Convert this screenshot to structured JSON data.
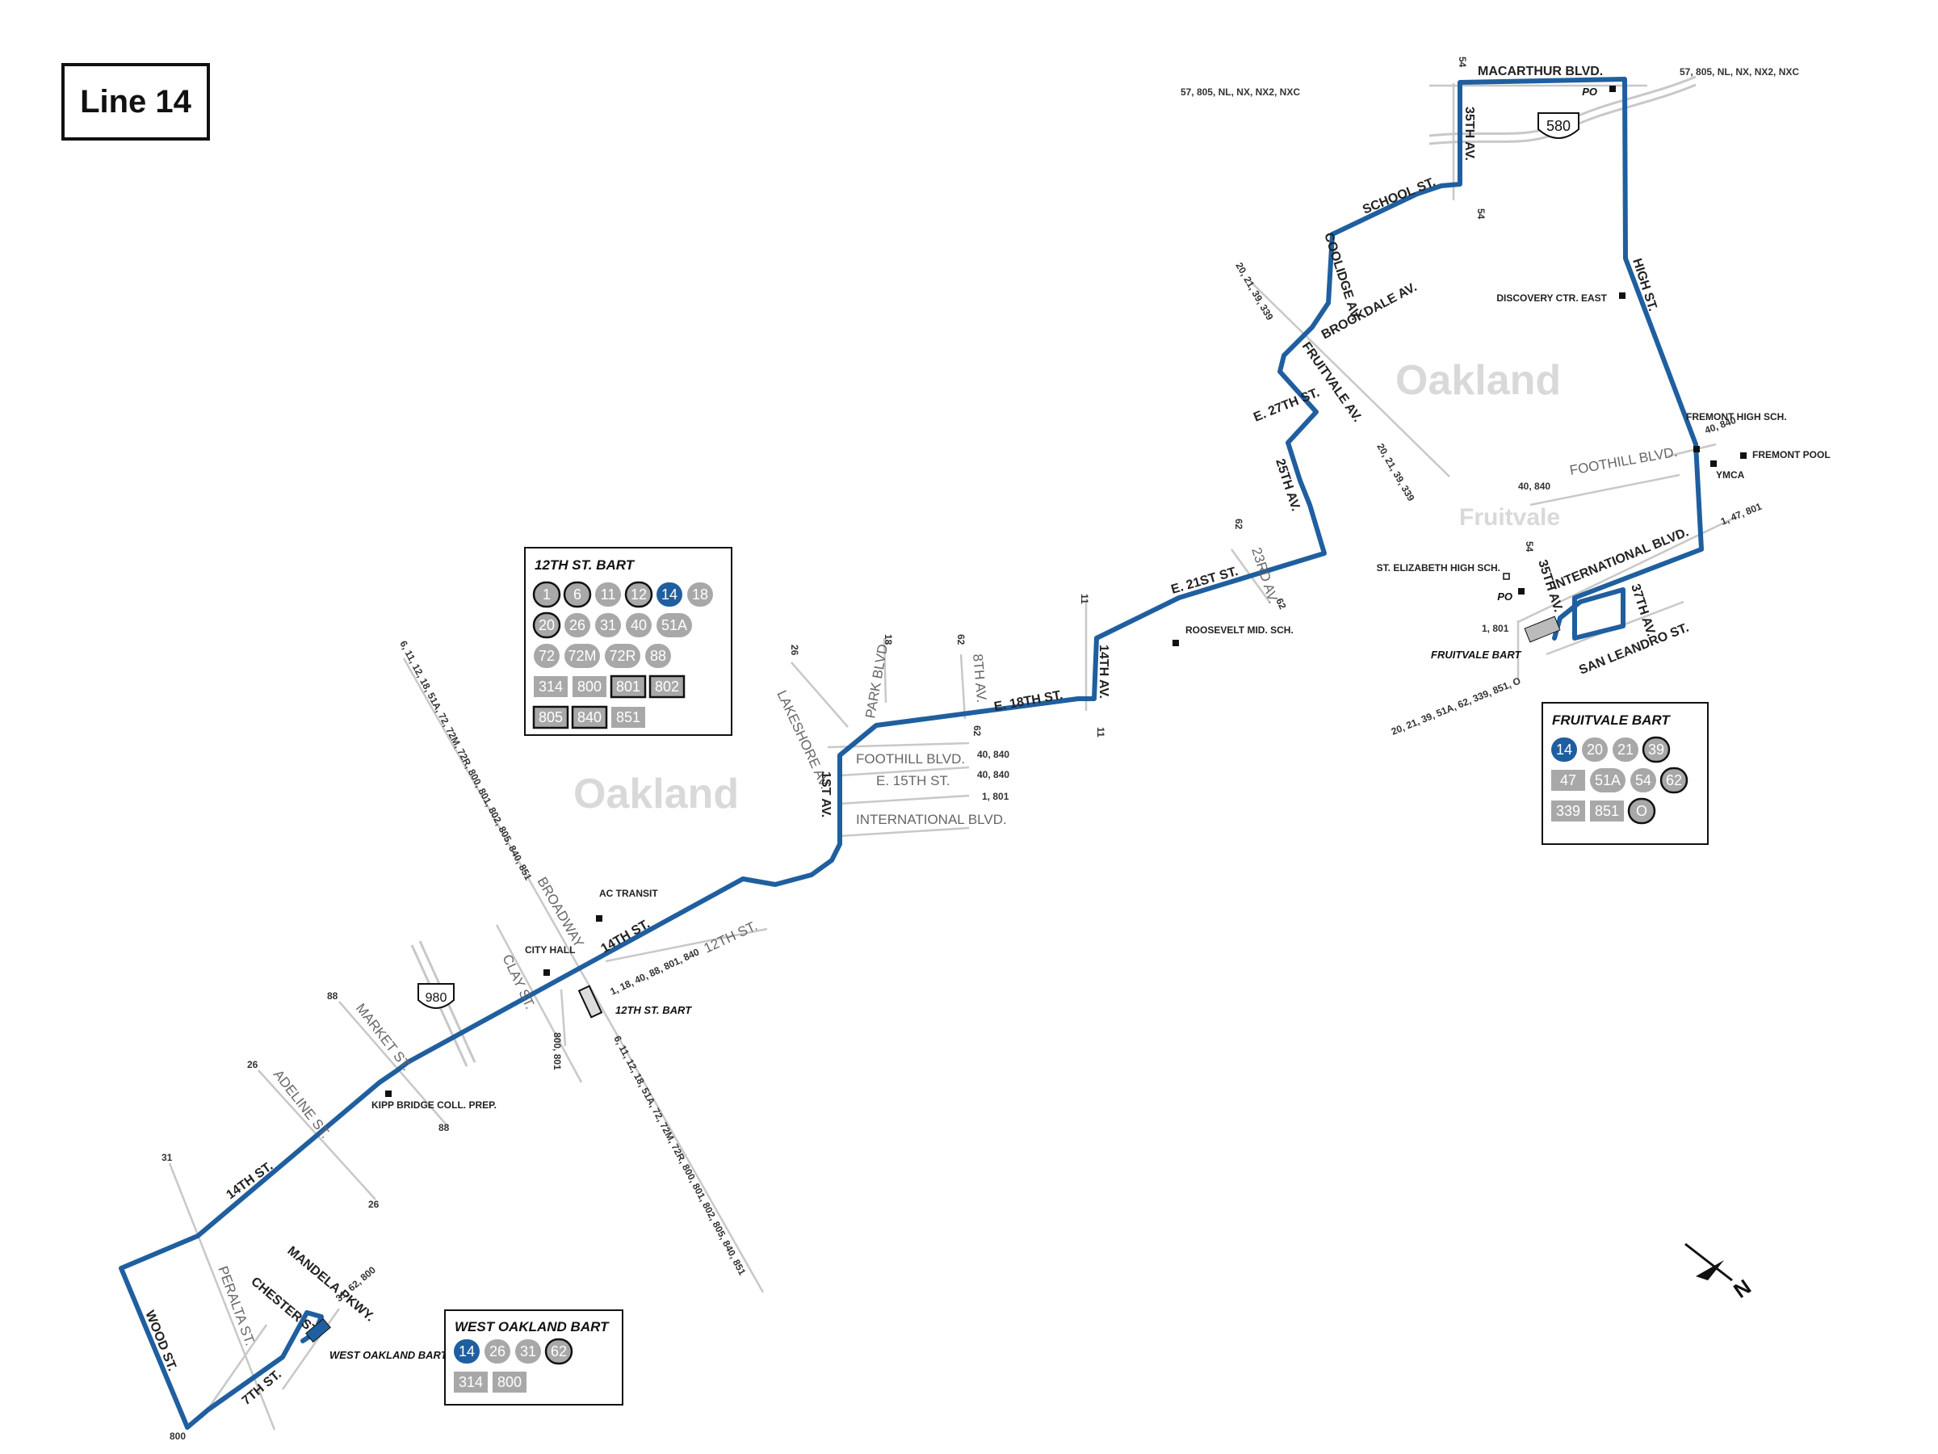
{
  "title": "Line 14",
  "route_color": "#1f5f9f",
  "areas": {
    "oakland_center": "Oakland",
    "oakland_east": "Oakland",
    "fruitvale": "Fruitvale"
  },
  "freeway_shields": {
    "i580": "580",
    "i980": "980"
  },
  "streets": {
    "macarthur": "MACARTHUR BLVD.",
    "av35_top": "35TH AV.",
    "school": "SCHOOL ST.",
    "coolidge": "COOLIDGE AV.",
    "brookdale": "BROOKDALE AV.",
    "fruitvale": "FRUITVALE AV.",
    "e27th": "E. 27TH ST.",
    "av25th": "25TH AV.",
    "av23rd": "23RD AV.",
    "e21st": "E. 21ST ST.",
    "av14th": "14TH AV.",
    "e18th": "E. 18TH ST.",
    "av8th": "8TH AV.",
    "park": "PARK BLVD.",
    "lakeshore": "LAKESHORE AV.",
    "foothill": "FOOTHILL BLVD.",
    "e15th": "E. 15TH ST.",
    "international": "INTERNATIONAL BLVD.",
    "av1st": "1ST AV.",
    "st12th": "12TH ST.",
    "st14th": "14TH ST.",
    "broadway": "BROADWAY",
    "clay": "CLAY ST.",
    "market": "MARKET ST.",
    "adeline": "ADELINE ST.",
    "st14th_w": "14TH ST.",
    "peralta": "PERALTA ST.",
    "wood": "WOOD ST.",
    "st7th": "7TH ST.",
    "chester": "CHESTER ST.",
    "mandela": "MANDELA PKWY.",
    "high": "HIGH ST.",
    "foothill_e": "FOOTHILL BLVD.",
    "international_e": "INTERNATIONAL BLVD.",
    "av35_e": "35TH AV.",
    "av37_e": "37TH AV.",
    "san_leandro": "SAN LEANDRO ST."
  },
  "route_labels": {
    "r57_left": "57, 805, NL, NX, NX2, NXC",
    "r57_right": "57, 805, NL, NX, NX2, NXC",
    "r54_top": "54",
    "r54_bot": "54",
    "r20_top": "20, 21, 39, 339",
    "r20_bot": "20, 21, 39, 339",
    "r62_top": "62",
    "r62_bot": "62",
    "r11_top": "11",
    "r11_bot": "11",
    "r62b_top": "62",
    "r62b_bot": "62",
    "r18": "18",
    "r26": "26",
    "r40_foothill": "40, 840",
    "r40_e15": "40, 840",
    "r1_intl": "1, 801",
    "r6_top": "6, 11, 12, 18, 51A, 72, 72M, 72R, 800, 801, 802, 805, 840, 851",
    "r6_bot": "6, 11, 12, 18, 51A, 72, 72M, 72R, 800, 801, 802, 805, 840, 851",
    "r1_12th": "1, 18, 40, 88, 801, 840",
    "r800_clay": "800, 801",
    "r88_top": "88",
    "r88_bot": "88",
    "r26_top": "26",
    "r26_bot": "26",
    "r31": "31",
    "r31_62": "31, 62, 800",
    "r800_bot": "800",
    "r40_east_top": "40, 840",
    "r40_east_left": "40, 840",
    "r1_47": "1, 47, 801",
    "r54_fv": "54",
    "r1_801_fv": "1, 801",
    "r20_fv": "20, 21, 39, 51A, 62, 339, 851, O"
  },
  "landmarks": {
    "po_top": "PO",
    "discovery": "DISCOVERY CTR. EAST",
    "fremont_hs": "FREMONT HIGH SCH.",
    "fremont_pool": "FREMONT POOL",
    "ymca": "YMCA",
    "st_elizabeth": "ST. ELIZABETH HIGH SCH.",
    "po_fv": "PO",
    "fruitvale_bart": "FRUITVALE BART",
    "roosevelt": "ROOSEVELT MID. SCH.",
    "ac_transit": "AC TRANSIT",
    "city_hall": "CITY HALL",
    "bart_12th": "12TH ST. BART",
    "kipp": "KIPP BRIDGE COLL. PREP.",
    "west_oakland_bart": "WEST OAKLAND BART"
  },
  "panels": {
    "twelfth": {
      "title": "12TH ST. BART",
      "rows": [
        [
          {
            "t": "1",
            "s": "circle-outline"
          },
          {
            "t": "6",
            "s": "circle-outline"
          },
          {
            "t": "11",
            "s": "circle"
          },
          {
            "t": "12",
            "s": "circle-outline"
          },
          {
            "t": "14",
            "s": "circle-blue"
          },
          {
            "t": "18",
            "s": "circle"
          }
        ],
        [
          {
            "t": "20",
            "s": "circle-outline"
          },
          {
            "t": "26",
            "s": "circle"
          },
          {
            "t": "31",
            "s": "circle"
          },
          {
            "t": "40",
            "s": "circle"
          },
          {
            "t": "51A",
            "s": "circle"
          }
        ],
        [
          {
            "t": "72",
            "s": "circle"
          },
          {
            "t": "72M",
            "s": "circle"
          },
          {
            "t": "72R",
            "s": "circle"
          },
          {
            "t": "88",
            "s": "circle"
          }
        ],
        [
          {
            "t": "314",
            "s": "rect"
          },
          {
            "t": "800",
            "s": "rect"
          },
          {
            "t": "801",
            "s": "rect-outline"
          },
          {
            "t": "802",
            "s": "rect-outline"
          }
        ],
        [
          {
            "t": "805",
            "s": "rect-outline"
          },
          {
            "t": "840",
            "s": "rect-outline"
          },
          {
            "t": "851",
            "s": "rect"
          }
        ]
      ]
    },
    "fruitvale": {
      "title": "FRUITVALE BART",
      "rows": [
        [
          {
            "t": "14",
            "s": "circle-blue"
          },
          {
            "t": "20",
            "s": "circle"
          },
          {
            "t": "21",
            "s": "circle"
          },
          {
            "t": "39",
            "s": "circle-outline"
          }
        ],
        [
          {
            "t": "47",
            "s": "rect"
          },
          {
            "t": "51A",
            "s": "circle"
          },
          {
            "t": "54",
            "s": "circle"
          },
          {
            "t": "62",
            "s": "circle-outline"
          }
        ],
        [
          {
            "t": "339",
            "s": "rect"
          },
          {
            "t": "851",
            "s": "rect"
          },
          {
            "t": "O",
            "s": "circle-outline"
          }
        ]
      ]
    },
    "west_oakland": {
      "title": "WEST OAKLAND BART",
      "rows": [
        [
          {
            "t": "14",
            "s": "circle-blue"
          },
          {
            "t": "26",
            "s": "circle"
          },
          {
            "t": "31",
            "s": "circle"
          },
          {
            "t": "62",
            "s": "circle-outline"
          }
        ],
        [
          {
            "t": "314",
            "s": "rect"
          },
          {
            "t": "800",
            "s": "rect"
          }
        ]
      ]
    }
  },
  "north_arrow": "N"
}
